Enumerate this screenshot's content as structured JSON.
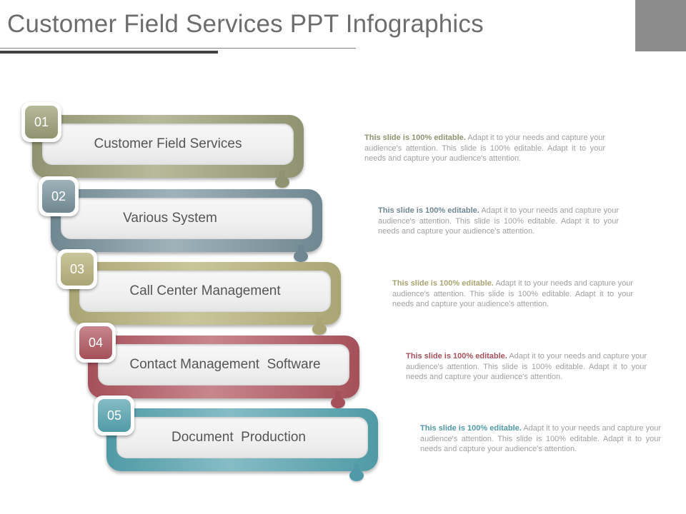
{
  "slide": {
    "title": "Customer Field Services PPT Infographics"
  },
  "steps": [
    {
      "number": "01",
      "label": "Customer Field Services",
      "color": "#8f9370",
      "light": "#b7ba9a",
      "description_lead": "This slide is 100% editable.",
      "description_body": "Adapt it to your needs and capture your audience's attention. This slide is 100% editable. Adapt it to your needs and capture your audience's attention."
    },
    {
      "number": "02",
      "label": "Various System",
      "color": "#6f8791",
      "light": "#9fb2ba",
      "description_lead": "This slide is 100% editable.",
      "description_body": "Adapt it to your needs and capture your audience's attention. This slide is 100% editable. Adapt it to your needs and capture your audience's attention."
    },
    {
      "number": "03",
      "label": "Call Center Management",
      "color": "#a9a574",
      "light": "#cac69c",
      "description_lead": "This slide is 100% editable.",
      "description_body": "Adapt it to your needs and capture your audience's attention. This slide is 100% editable. Adapt it to your needs and capture your audience's attention."
    },
    {
      "number": "04",
      "label": "Contact Management  Software",
      "color": "#a5505a",
      "light": "#c8868d",
      "description_lead": "This slide is 100% editable.",
      "description_body": "Adapt it to your needs and capture your audience's attention. This slide is 100% editable. Adapt it to your needs and capture your audience's attention."
    },
    {
      "number": "05",
      "label": "Document  Production",
      "color": "#4f9aa6",
      "light": "#86bcc5",
      "description_lead": "This slide is 100% editable.",
      "description_body": "Adapt it to your needs and capture your audience's attention. This slide is 100% editable. Adapt it to your needs and capture your audience's attention."
    }
  ]
}
